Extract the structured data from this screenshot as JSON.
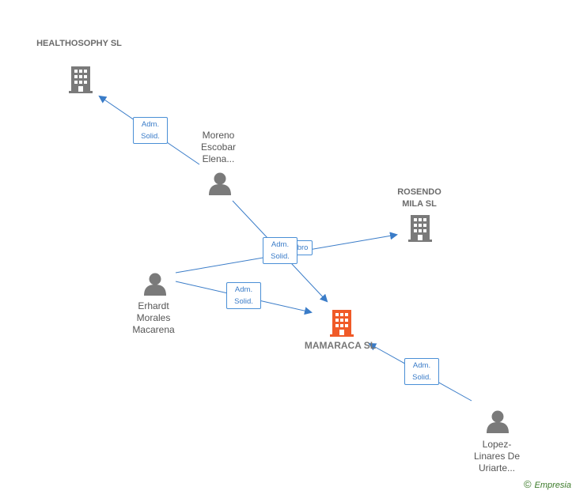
{
  "nodes": {
    "healthosophy": {
      "name": "HEALTHOSOPHY SL",
      "type": "company"
    },
    "rosendo": {
      "name": "ROSENDO MILA SL",
      "type": "company"
    },
    "mamaraca": {
      "name": "MAMARACA SL",
      "type": "company-main"
    },
    "moreno": {
      "name": "Moreno Escobar Elena...",
      "type": "person"
    },
    "erhardt": {
      "name": "Erhardt Morales Macarena",
      "type": "person"
    },
    "lopez": {
      "name": "Lopez-Linares De Uriarte...",
      "type": "person"
    }
  },
  "edges": {
    "moreno_healthosophy": {
      "label": "Adm. Solid."
    },
    "moreno_mamaraca": {
      "label": "Adm. Solid."
    },
    "erhardt_rosendo": {
      "label": "Miembro"
    },
    "erhardt_mamaraca": {
      "label": "Adm. Solid."
    },
    "lopez_mamaraca": {
      "label": "Adm. Solid."
    }
  },
  "watermark": {
    "copyright": "©",
    "brand": "Empresia"
  },
  "colors": {
    "edge": "#3a7cc8",
    "company_icon": "#7a7a7a",
    "main_icon": "#f05a28",
    "person_icon": "#7a7a7a"
  }
}
